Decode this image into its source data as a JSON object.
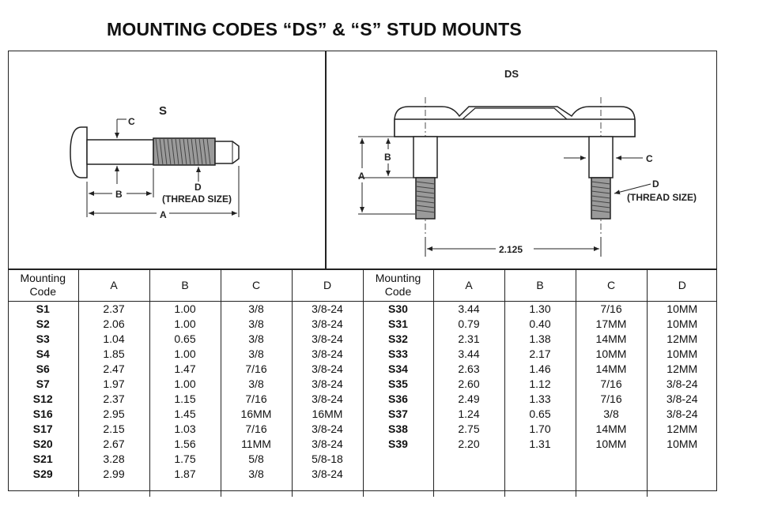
{
  "title": "MOUNTING CODES “DS” & “S” STUD MOUNTS",
  "diagram_s": {
    "label": "S",
    "dim_a": "A",
    "dim_b": "B",
    "dim_c": "C",
    "dim_d": "D",
    "thread_note": "(THREAD SIZE)"
  },
  "diagram_ds": {
    "label": "DS",
    "dim_a": "A",
    "dim_b": "B",
    "dim_c": "C",
    "dim_d": "D",
    "thread_note": "(THREAD SIZE)",
    "spacing": "2.125"
  },
  "table": {
    "headers": [
      "Mounting Code",
      "A",
      "B",
      "C",
      "D",
      "Mounting Code",
      "A",
      "B",
      "C",
      "D"
    ],
    "left_rows": [
      [
        "S1",
        "2.37",
        "1.00",
        "3/8",
        "3/8-24"
      ],
      [
        "S2",
        "2.06",
        "1.00",
        "3/8",
        "3/8-24"
      ],
      [
        "S3",
        "1.04",
        "0.65",
        "3/8",
        "3/8-24"
      ],
      [
        "S4",
        "1.85",
        "1.00",
        "3/8",
        "3/8-24"
      ],
      [
        "S6",
        "2.47",
        "1.47",
        "7/16",
        "3/8-24"
      ],
      [
        "S7",
        "1.97",
        "1.00",
        "3/8",
        "3/8-24"
      ],
      [
        "S12",
        "2.37",
        "1.15",
        "7/16",
        "3/8-24"
      ],
      [
        "S16",
        "2.95",
        "1.45",
        "16MM",
        "16MM"
      ],
      [
        "S17",
        "2.15",
        "1.03",
        "7/16",
        "3/8-24"
      ],
      [
        "S20",
        "2.67",
        "1.56",
        "11MM",
        "3/8-24"
      ],
      [
        "S21",
        "3.28",
        "1.75",
        "5/8",
        "5/8-18"
      ],
      [
        "S29",
        "2.99",
        "1.87",
        "3/8",
        "3/8-24"
      ]
    ],
    "right_rows": [
      [
        "S30",
        "3.44",
        "1.30",
        "7/16",
        "10MM"
      ],
      [
        "S31",
        "0.79",
        "0.40",
        "17MM",
        "10MM"
      ],
      [
        "S32",
        "2.31",
        "1.38",
        "14MM",
        "12MM"
      ],
      [
        "S33",
        "3.44",
        "2.17",
        "10MM",
        "10MM"
      ],
      [
        "S34",
        "2.63",
        "1.46",
        "14MM",
        "12MM"
      ],
      [
        "S35",
        "2.60",
        "1.12",
        "7/16",
        "3/8-24"
      ],
      [
        "S36",
        "2.49",
        "1.33",
        "7/16",
        "3/8-24"
      ],
      [
        "S37",
        "1.24",
        "0.65",
        "3/8",
        "3/8-24"
      ],
      [
        "S38",
        "2.75",
        "1.70",
        "14MM",
        "12MM"
      ],
      [
        "S39",
        "2.20",
        "1.31",
        "10MM",
        "10MM"
      ]
    ]
  }
}
